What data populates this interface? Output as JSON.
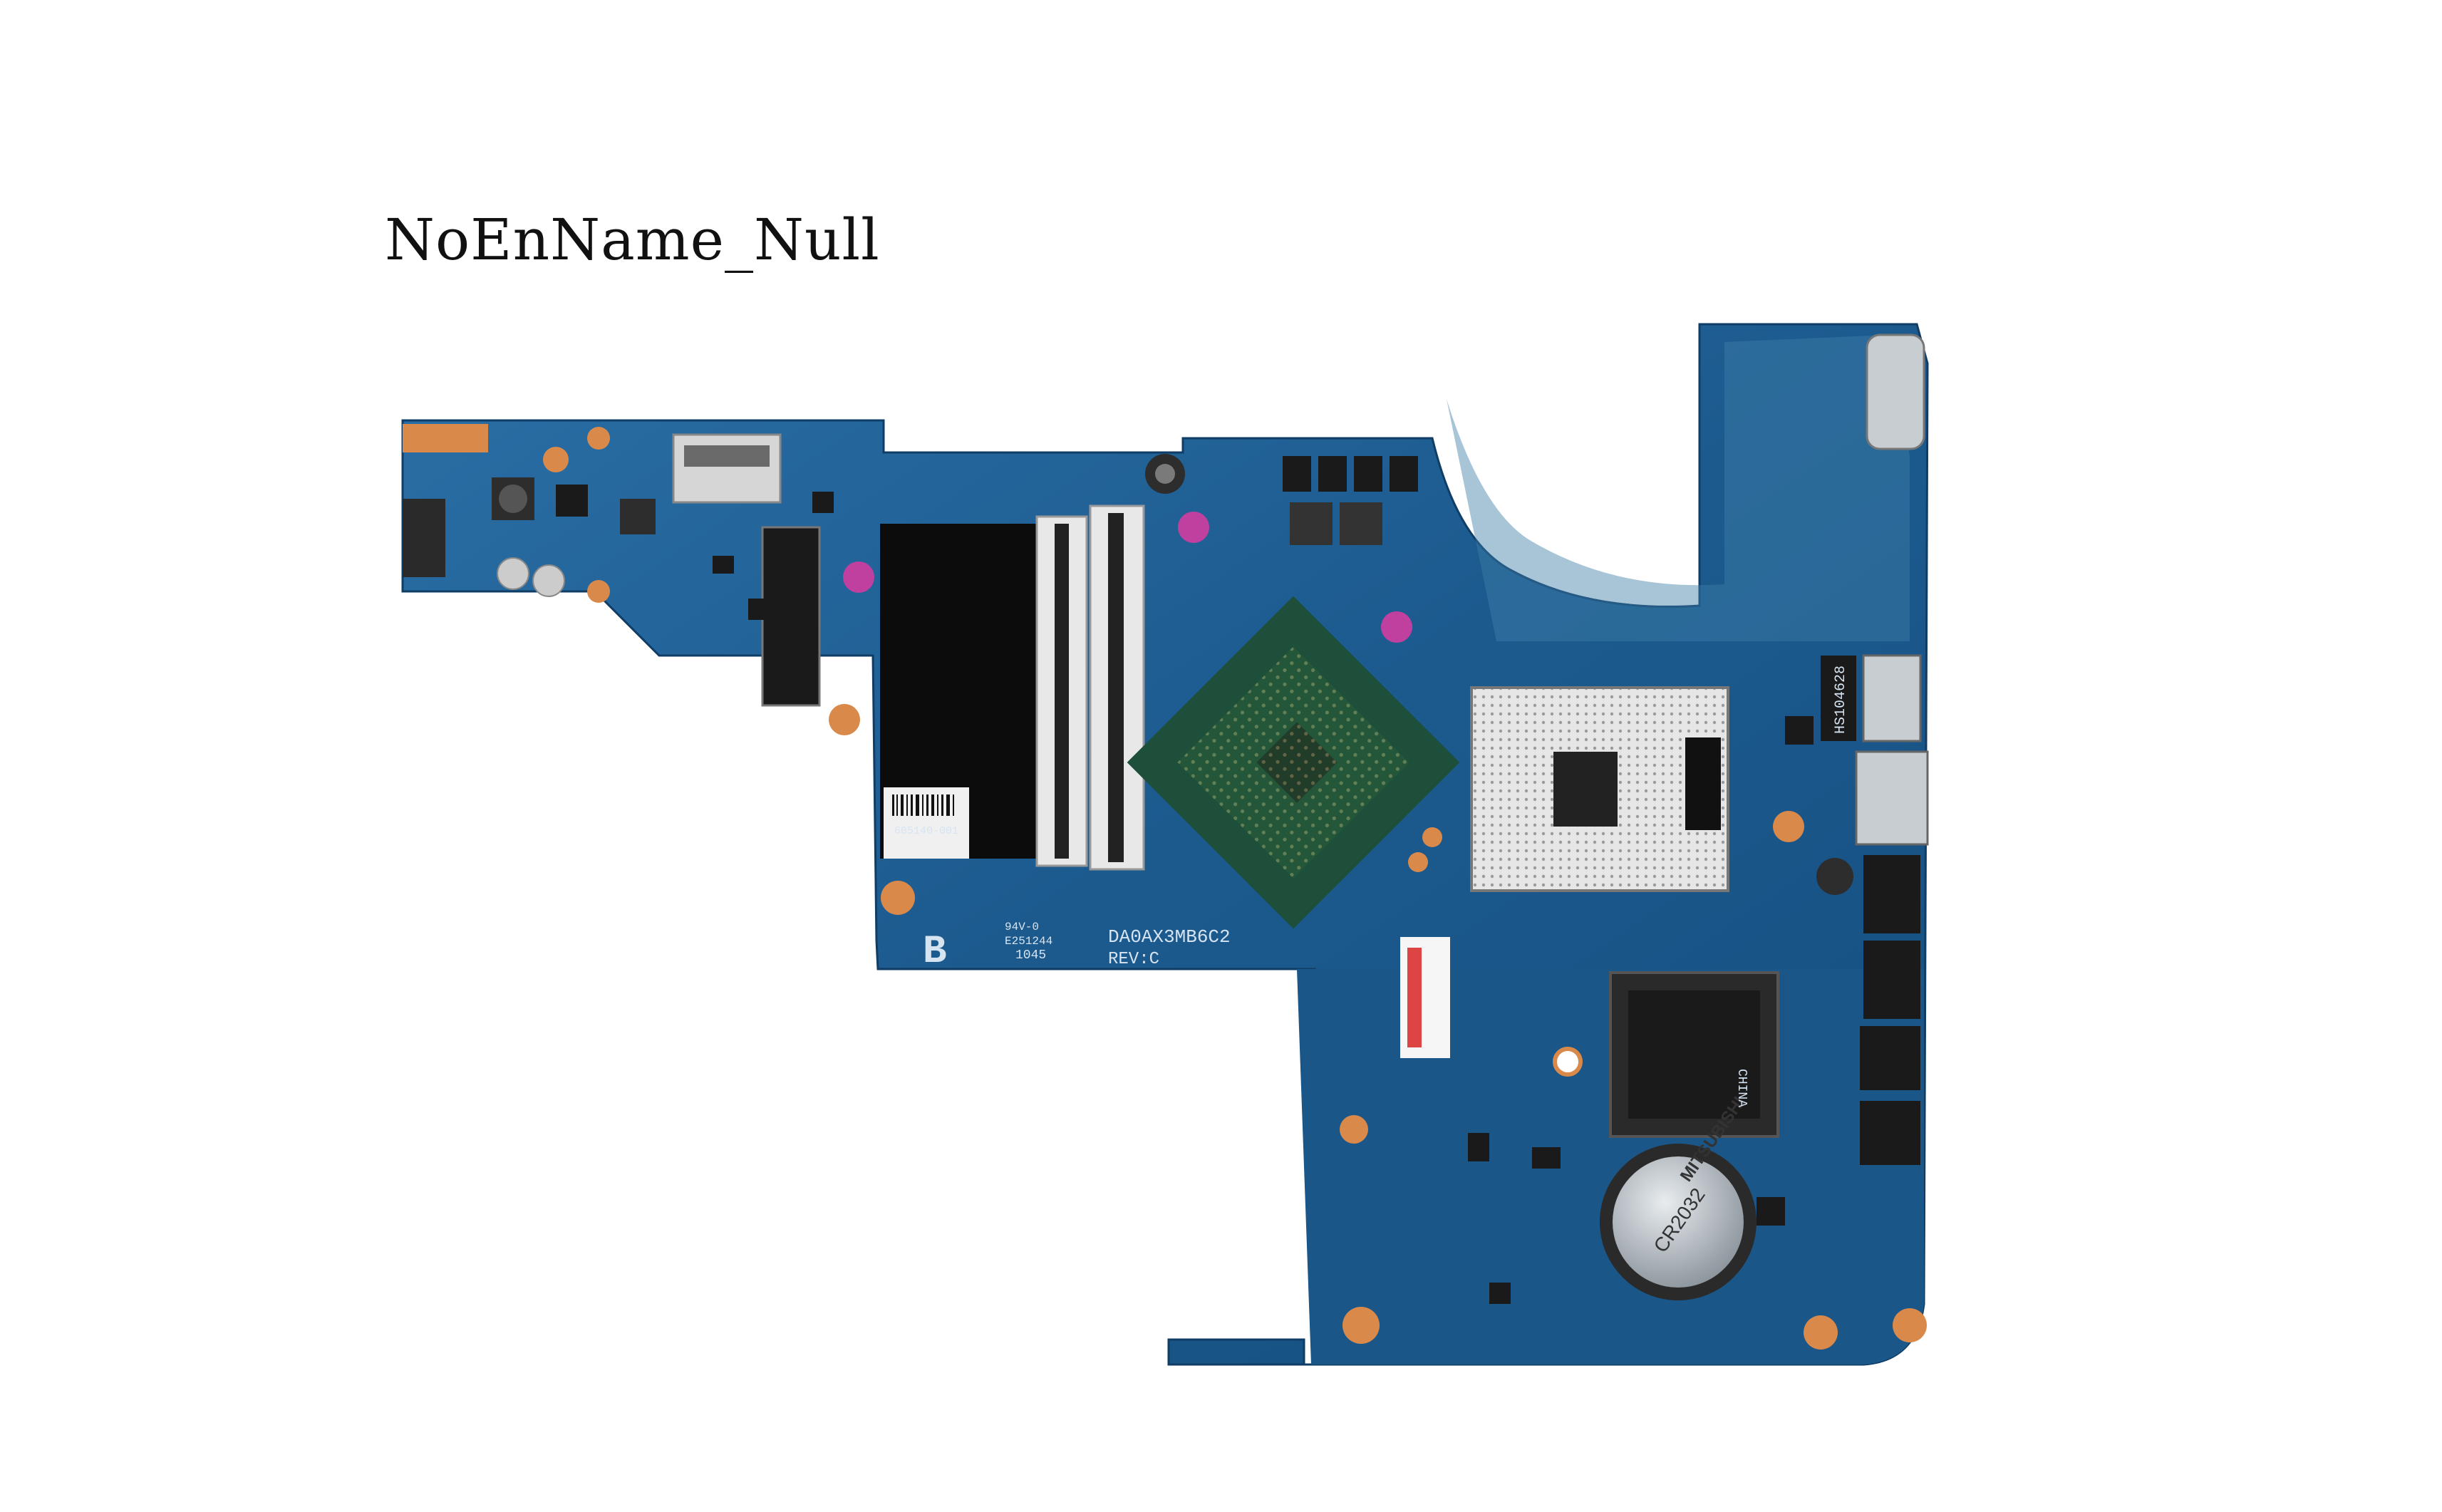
{
  "watermark": {
    "text": "NoEnName_Null"
  },
  "board": {
    "letter": "B",
    "model": "DA0AX3MB6C2",
    "rev": "REV:C",
    "date_code": "1045",
    "pcb_codes": [
      "94V-0",
      "E251244"
    ],
    "usb_label": "HS104628",
    "sticker_code": "605140-001",
    "chip_brand": "MITSUBISHI",
    "battery_model": "CR2032",
    "chip_country": "CHINA"
  },
  "colors": {
    "background": "#ffffff",
    "pcb_blue": "#1c5a8e",
    "pcb_dark": "#123f6a",
    "copper_pad": "#d98a4a",
    "cpu_socket": "#dcdcdc",
    "chip_black": "#1a1a1a",
    "connector_silver": "#c8cdd2"
  }
}
